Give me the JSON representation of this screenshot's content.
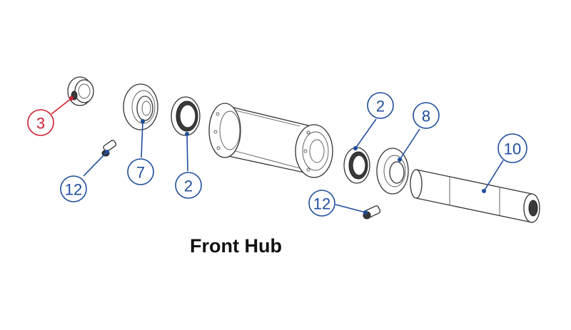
{
  "title": "Front Hub",
  "colors": {
    "blue": "#1f4e9c",
    "red": "#d0202f"
  },
  "callouts": [
    {
      "id": "c3",
      "label": "3",
      "color": "red"
    },
    {
      "id": "c12a",
      "label": "12",
      "color": "blue"
    },
    {
      "id": "c7",
      "label": "7",
      "color": "blue"
    },
    {
      "id": "c2a",
      "label": "2",
      "color": "blue"
    },
    {
      "id": "c2b",
      "label": "2",
      "color": "blue"
    },
    {
      "id": "c8",
      "label": "8",
      "color": "blue"
    },
    {
      "id": "c10",
      "label": "10",
      "color": "blue"
    },
    {
      "id": "c12b",
      "label": "12",
      "color": "blue"
    }
  ]
}
